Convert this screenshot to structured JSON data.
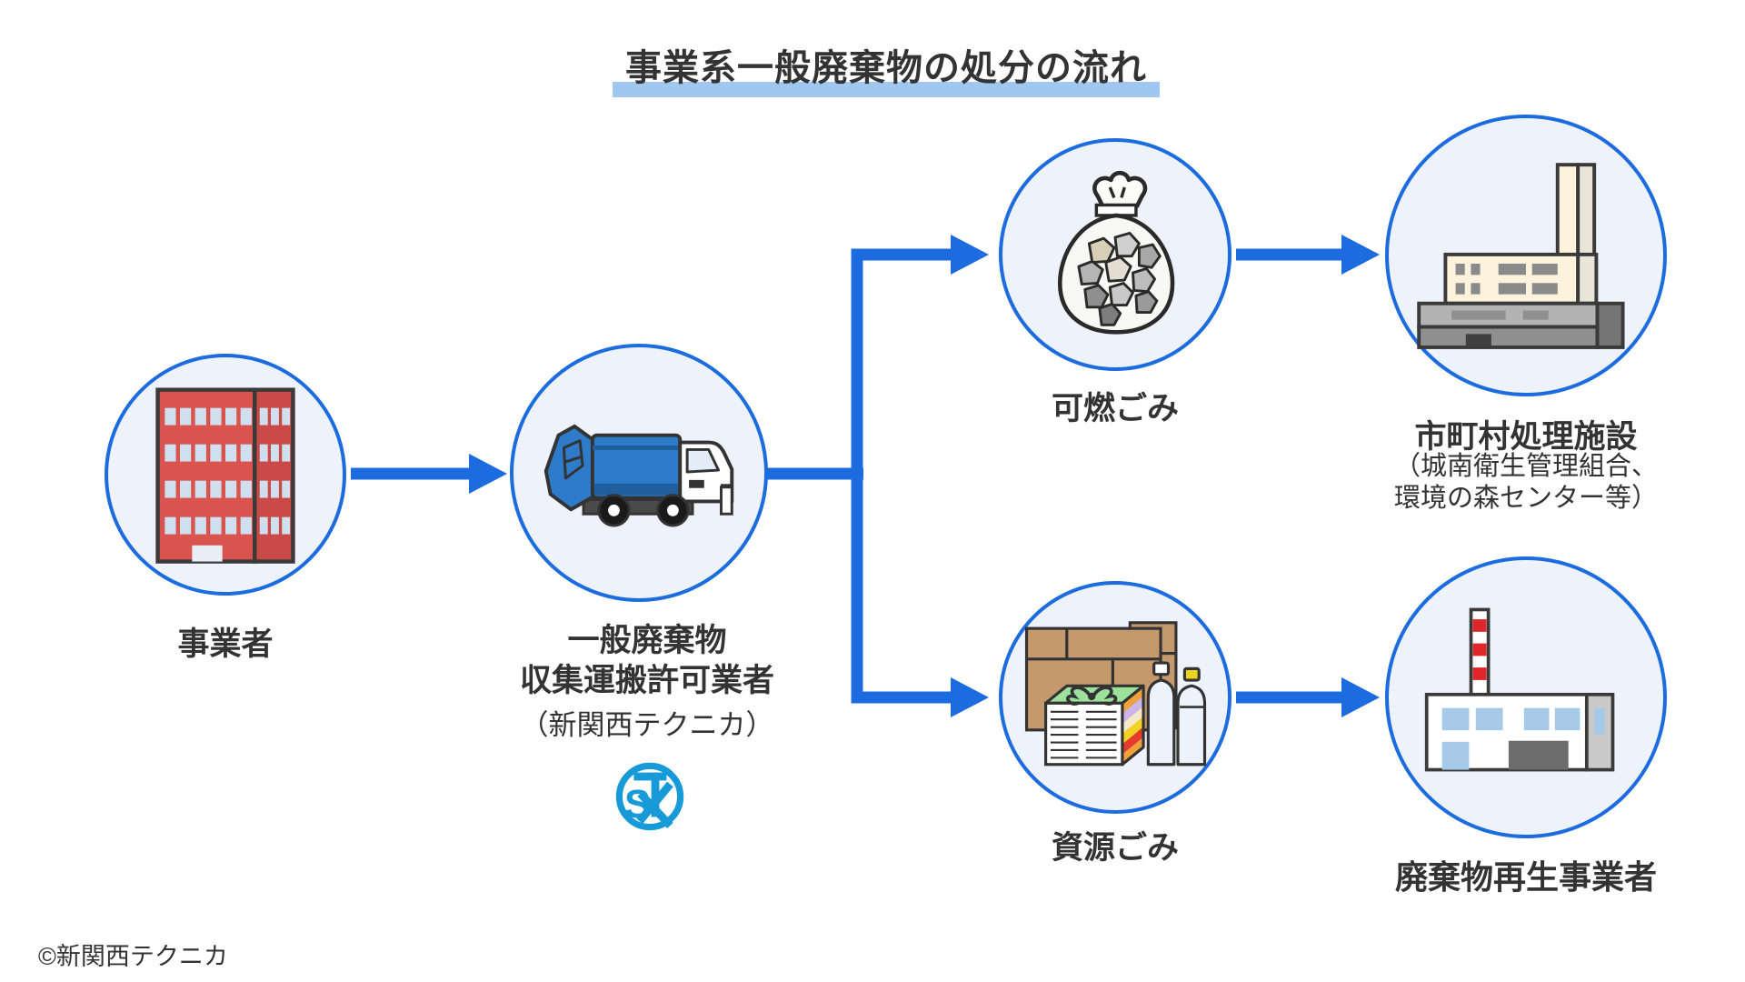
{
  "title": "事業系一般廃棄物の処分の流れ",
  "colors": {
    "accent_blue": "#1c6ce0",
    "node_fill": "#edf2fb",
    "title_highlight": "#9fc7f0",
    "logo_blue": "#189ad8",
    "building_red": "#d9534f",
    "truck_blue": "#2e7bc9"
  },
  "nodes": {
    "business": {
      "label": "事業者",
      "icon": "office-building-icon"
    },
    "hauler": {
      "label_line1": "一般廃棄物",
      "label_line2": "収集運搬許可業者",
      "sublabel": "（新関西テクニカ）",
      "logo_s": "S",
      "icon": "garbage-truck-icon"
    },
    "burnable": {
      "label": "可燃ごみ",
      "icon": "garbage-bag-icon"
    },
    "municipal": {
      "label": "市町村処理施設",
      "sublabel_line1": "（城南衛生管理組合、",
      "sublabel_line2": "環境の森センター等）",
      "icon": "incineration-plant-icon"
    },
    "recyclable": {
      "label": "資源ごみ",
      "icon": "recyclables-icon"
    },
    "recycler": {
      "label": "廃棄物再生事業者",
      "icon": "recycling-plant-icon"
    }
  },
  "footer": {
    "copyright": "©新関西テクニカ"
  }
}
